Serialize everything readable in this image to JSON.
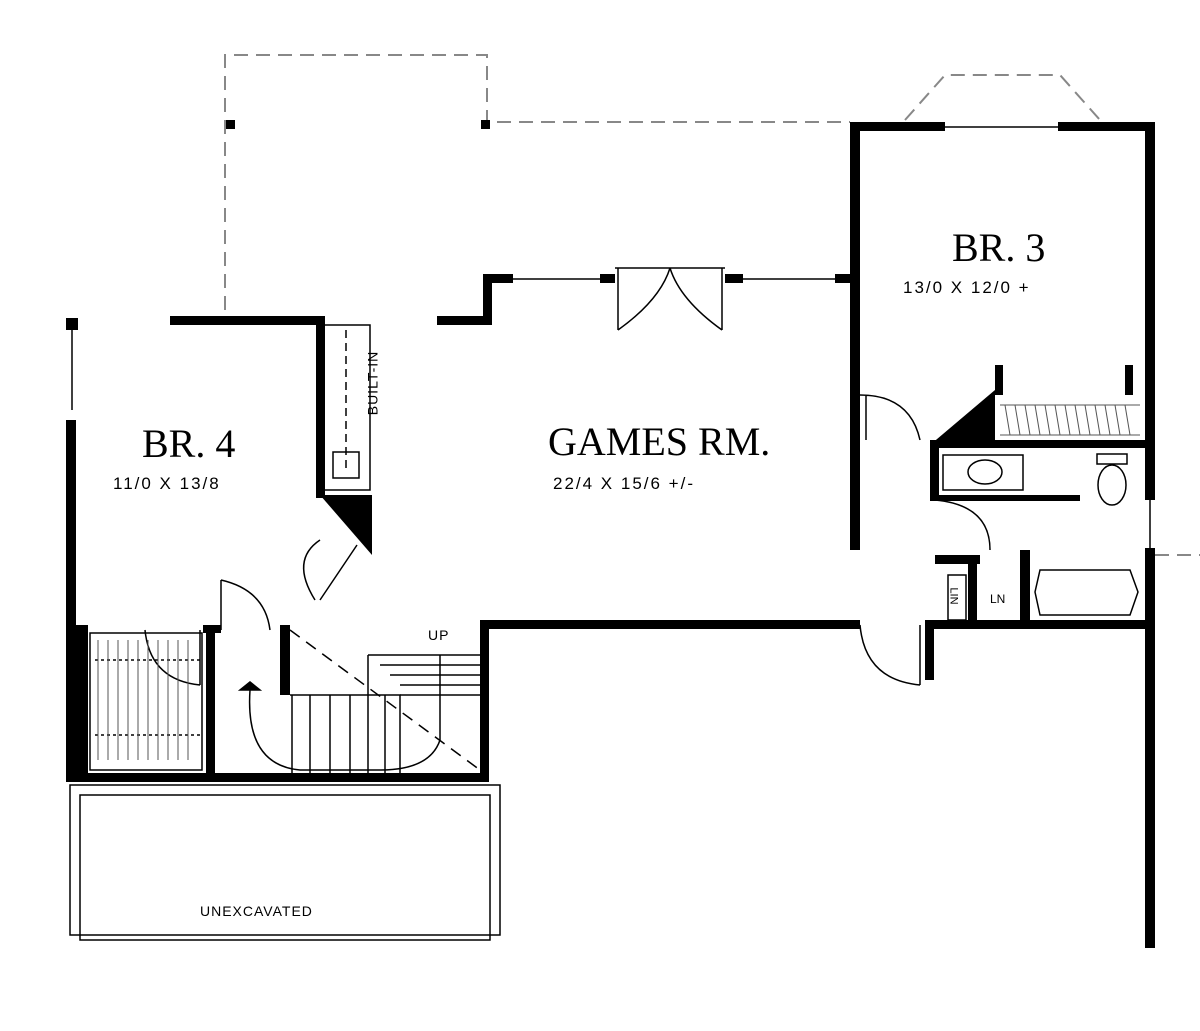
{
  "rooms": {
    "br4": {
      "name": "BR. 4",
      "dims": "11/0 X 13/8"
    },
    "games": {
      "name": "GAMES RM.",
      "dims": "22/4 X 15/6 +/-"
    },
    "br3": {
      "name": "BR. 3",
      "dims": "13/0 X 12/0 +"
    }
  },
  "labels": {
    "built_in": "BUILT-IN",
    "up": "UP",
    "lin1": "LIN",
    "lin2": "LN",
    "unexcavated": "UNEXCAVATED"
  }
}
